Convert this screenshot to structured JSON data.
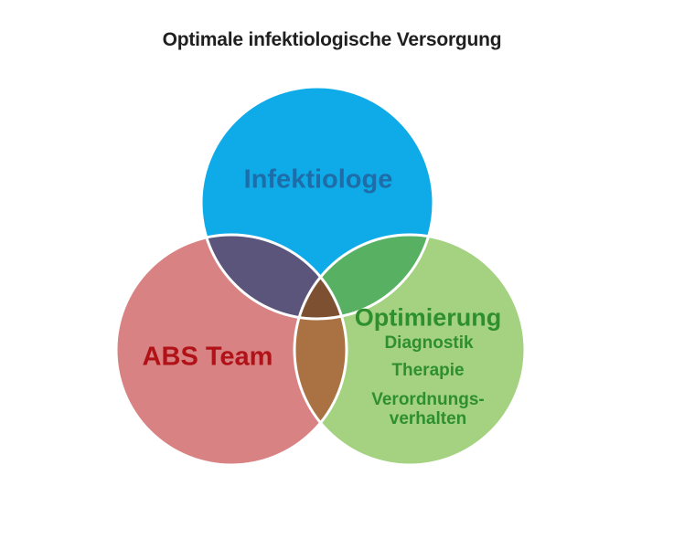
{
  "page": {
    "background": "#ffffff"
  },
  "title": {
    "text": "Optimale infektiologische Versorgung",
    "color": "#1f1f1f"
  },
  "venn": {
    "stroke_color": "#ffffff",
    "circles": [
      {
        "id": "infektiologe",
        "label": "Infektiologe",
        "fill": "#0fabe8",
        "label_color": "#1e6ca8"
      },
      {
        "id": "abs-team",
        "label": "ABS Team",
        "fill": "#d98283",
        "label_color": "#b01218"
      },
      {
        "id": "optimierung",
        "label": "Optimierung",
        "fill": "#a4d281",
        "label_color": "#2e8f2e",
        "sub_item_color": "#2e8f2e",
        "sub_items": {
          "diagnostik": "Diagnostik",
          "therapie": "Therapie",
          "verordnungsverhalten": "Verordnungs-\nverhalten"
        }
      }
    ],
    "overlaps": {
      "infektiologe_abs": "#5b547b",
      "infektiologe_optimierung": "#58b163",
      "abs_optimierung": "#aa7243",
      "all_three": "#7c5031"
    }
  }
}
